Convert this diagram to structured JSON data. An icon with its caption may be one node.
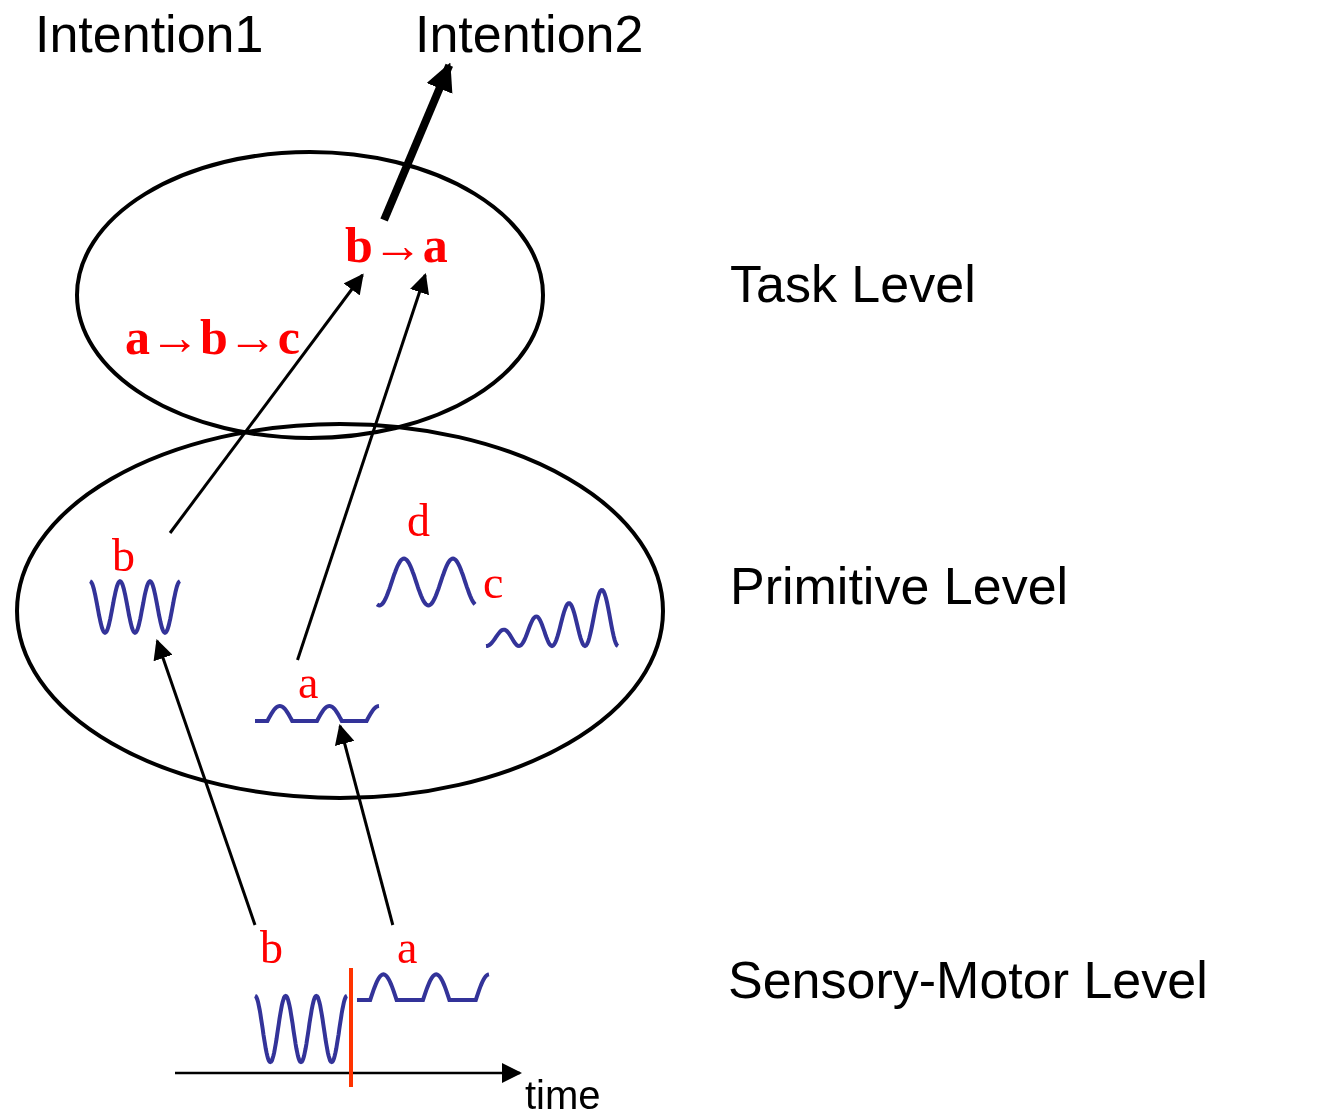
{
  "diagram": {
    "nodes": [
      {
        "text": [
          "Intention2"
        ]
      },
      {
        "text": [],
        "shape": "ellipse"
      },
      {
        "text": [
          "a→b→c"
        ],
        "in": 1
      },
      {
        "text": [
          "b→a"
        ],
        "in": 1
      },
      {
        "text": [],
        "shape": "ellipse"
      },
      {
        "text": [
          "d"
        ],
        "in": 4
      },
      {
        "text": [
          "b"
        ],
        "in": 4
      },
      {
        "text": [
          "c"
        ],
        "in": 4
      },
      {
        "text": [
          "a"
        ],
        "in": 4
      },
      {
        "text": [
          "b"
        ]
      },
      {
        "text": [
          "a"
        ]
      }
    ],
    "edges": [
      {
        "from": 3,
        "to": 0,
        "arrow": "to",
        "style": "thick"
      },
      {
        "from": 6,
        "to": 3,
        "arrow": "to"
      },
      {
        "from": 8,
        "to": 3,
        "arrow": "to"
      },
      {
        "from": 9,
        "to": 6,
        "arrow": "to"
      },
      {
        "from": 10,
        "to": 8,
        "arrow": "to"
      }
    ],
    "labels": [
      "Intention1",
      "Task Level",
      "Primitive Level",
      "Sensory-Motor Level",
      "time"
    ]
  }
}
